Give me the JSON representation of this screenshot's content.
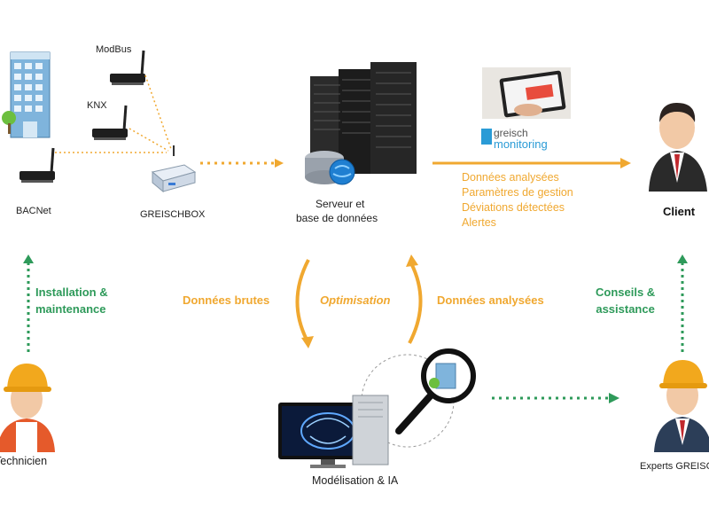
{
  "nodes": {
    "modbus": "ModBus",
    "knx": "KNX",
    "bacnet": "BACNet",
    "greischbox": "GREISCHBOX",
    "server_line1": "Serveur et",
    "server_line2": "base de données",
    "client": "Client",
    "technicien": "Technicien",
    "experts": "Experts GREISCH",
    "modelisation": "Modélisation & IA"
  },
  "brand": {
    "part1": "greisch",
    "part2": "monitoring"
  },
  "server_to_client": [
    "Données analysées",
    "Paramètres de gestion",
    "Déviations détectées",
    "Alertes"
  ],
  "cycle": {
    "left": "Données brutes",
    "center": "Optimisation",
    "right": "Données analysées"
  },
  "left_side": {
    "line1": "Installation &",
    "line2": "maintenance"
  },
  "right_side": {
    "line1": "Conseils &",
    "line2": "assistance"
  },
  "colors": {
    "orange": "#f0a830",
    "green": "#2e9a5a",
    "brand_blue": "#2a9bd6"
  }
}
